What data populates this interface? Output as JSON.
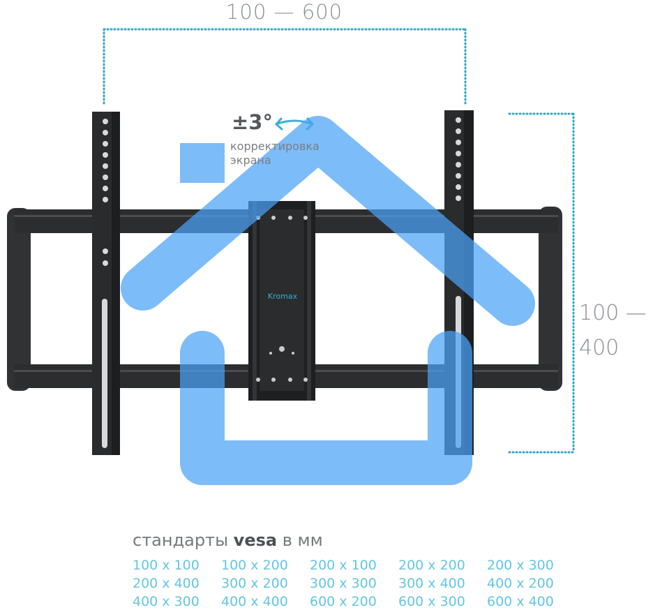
{
  "dimensions": {
    "width_range": "100 — 600",
    "height_range_line1": "100 —",
    "height_range_line2": "400"
  },
  "tilt": {
    "value": "±3°",
    "caption_line1": "корректировка",
    "caption_line2": "экрана"
  },
  "brand_label": "Kromax",
  "vesa": {
    "title_prefix": "стандарты ",
    "title_bold": "vesa",
    "title_suffix": " в мм",
    "sizes": [
      "100 x 100",
      "100 x 200",
      "200 x 100",
      "200 x 200",
      "200 x 300",
      "200 x 400",
      "300 x 200",
      "300 x 300",
      "300 x 400",
      "400 x 200",
      "400 x 300",
      "400 x 400",
      "600 x 200",
      "600 x 300",
      "600 x 400"
    ]
  },
  "colors": {
    "accent": "#3ab0d4",
    "dimension_dots": "#2fa6c8",
    "overlay_blue": "#5aaaf5",
    "mount_metal": "#2a2b2d"
  },
  "icons": {
    "tilt_arrow": "double-arrow-curved-icon",
    "overlay": "house-watermark-icon"
  }
}
